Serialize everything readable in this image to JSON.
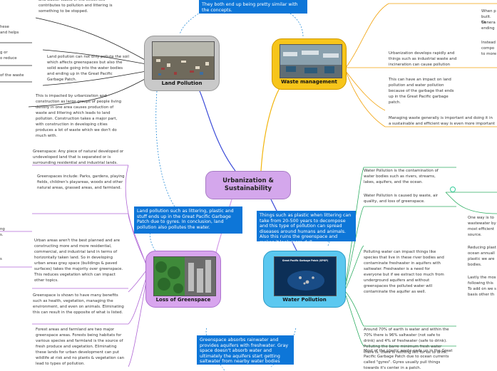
{
  "central": {
    "title": "Urbanization & Sustainability"
  },
  "nodes": {
    "land": {
      "title": "Land Pollution"
    },
    "waste": {
      "title": "Waste management"
    },
    "greenspace": {
      "title": "Loss of Greenspace"
    },
    "water": {
      "title": "Water Pollution",
      "image_caption": "Great Pacific Garbage Patch (GPGP)"
    }
  },
  "callouts": {
    "top": "They both end up being pretty similar with the concepts.",
    "land": "Land pollution such as littering, plastic and stuff ends up in the Great Pacific Garbage Patch due to gyres. In conclusion, land pollution also pollutes the water.",
    "water": "Things such as plastic when littering can take from 20-500 years to decompose and this type of pollution can spread diseases around humans and animals. Also this ruins the greenspace and makes it look more dull.",
    "greenspace": "Greenspace absorbs rainwater and provides aquifers with freshwater. Gray space doesn't absorb water and ultimately the aquifers start getting saltwater from nearby water bodies which takes away the purification."
  },
  "land_notes": [
    "and waste. Waste in the street still contributes to pollution and littering is something to be stopped.",
    "Land pollution can not only pollute the soil which affects greenspaces but also the solid waste going into the water bodies and ending up in the Great Pacific Garbage Patch.",
    "This is impacted by urbanization and construction as large groups of people living densily in one area causes production of waste and littering which leads to land pollution. Construction takes a major part, with construction in developing cities produces a lot of waste which we don't do much with."
  ],
  "left_cut": [
    "hese",
    "and helps",
    "g or",
    "o reduce",
    "of the waste",
    "ng",
    "s.",
    "s"
  ],
  "waste_notes": [
    "Urbanization develops rapidly and things such as industrial waste and incineration can cause pollution",
    "This can have an impact on land pollution and water pollution because of the garbage that ends up in the Great Pacific garbage patch.",
    "Managing waste generally is important and doing it in a sustainable and efficient way is even more important"
  ],
  "right_cut_top": [
    "When p",
    "built. Th",
    "Genera",
    "ending",
    "Instead",
    "compo",
    "to more"
  ],
  "green_notes": [
    "Greenspace: Any piece of natural developed or undeveloped land that is separated or is surrounding residential and industrial lands.",
    "Greenspaces include: Parks, gardens, playing fields, children's playareas, woods and other natural areas, grassed areas, and farmland.",
    "Urban areas aren't the best planned and are constructing more and more residential, commercial, and industrial land in terms of horizontally taken land. So in developing urban areas gray space (buildings & paved surfaces) takes the majority over greenspace. This reduces vegetation which can impact other topics.",
    "Greenspace is shown to have many benefits such as health, vegetation, managing the environment, and even on animals. Eliminating this can result in the opposite of what is listed.",
    "Forest areas and farmland are two major greenspace areas. Forests being habitats for various species and farmland is the source of fresh produce and vegetation. Eliminating these lands for urban development can put wildlife at risk and no plants & vegetation can lead to types of pollution."
  ],
  "water_notes": [
    "Water Pollution is the contamination of water bodies such as rivers, streams, lakes, aquifers, and the ocean.",
    "Water Pollution is caused by waste, air quality, and loss of greenspace.",
    "Polluting water can impact things like species that live in these river bodies and contaminate freshwater in aquifers with saltwater. Freshwater is a need for everyone but if we extract too much from underground aquifers and without greenspaces the polluted water will contaminate the aquifer as well.",
    "Around 70% of earth is water and within the 70% there is 96% saltwater (not safe to drink) and 4% of freshwater (safe to drink). Polluting the barre minimum fresh water there is, there is nothing left for us to drink.",
    "Most of the plastic waste ends up in the Great Pacific Garbage Patch due to ocean currents called \"gyres\". Gyres usually pull things towards it's center in a patch."
  ],
  "right_cut_bottom": [
    "One way is to",
    "wastewater by",
    "most efficient",
    "source.",
    "Reducing plast",
    "ocean annuall",
    "plastic we are",
    "bodies.",
    "Lastly the mos",
    "following this",
    "To add on we s",
    "basis other th"
  ]
}
